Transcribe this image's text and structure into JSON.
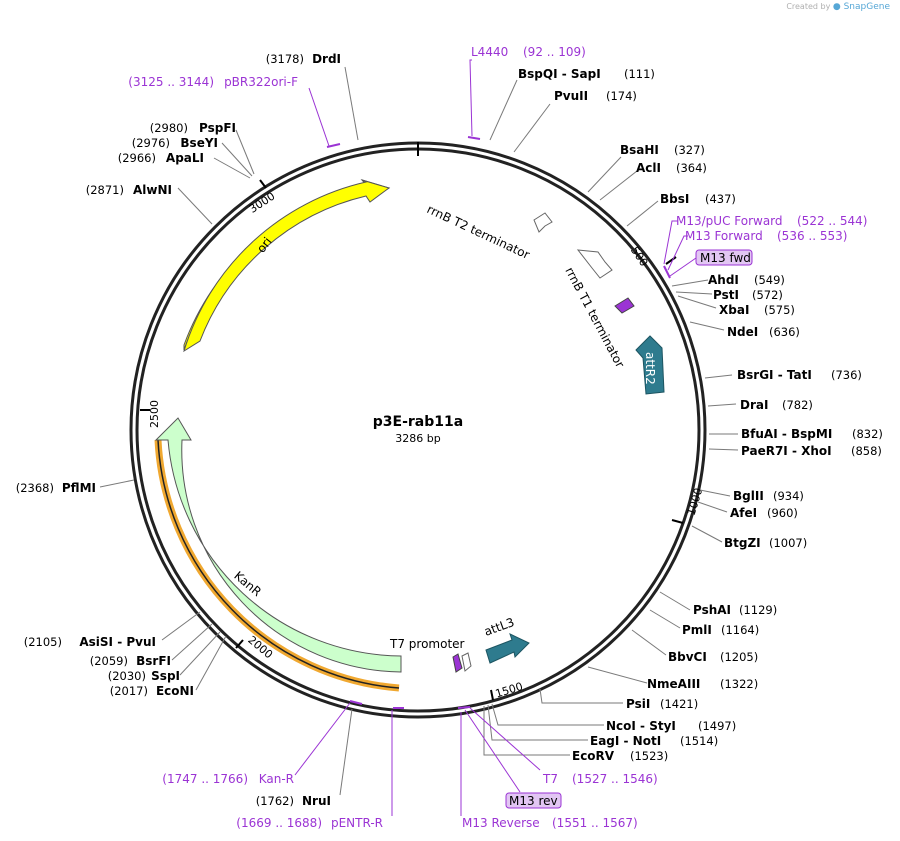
{
  "credit": {
    "prefix": "Created by",
    "brand": "SnapGene"
  },
  "plasmid": {
    "name": "p3E-rab11a",
    "size": "3286 bp"
  },
  "ticks": [
    "500",
    "1000",
    "1500",
    "2000",
    "2500",
    "3000"
  ],
  "enzymes": [
    {
      "name": "DrdI",
      "pos": "(3178)"
    },
    {
      "name": "BspQI  -  SapI",
      "pos": "(111)"
    },
    {
      "name": "PvuII",
      "pos": "(174)"
    },
    {
      "name": "BsaHI",
      "pos": "(327)"
    },
    {
      "name": "AclI",
      "pos": "(364)"
    },
    {
      "name": "BbsI",
      "pos": "(437)"
    },
    {
      "name": "AhdI",
      "pos": "(549)"
    },
    {
      "name": "PstI",
      "pos": "(572)"
    },
    {
      "name": "XbaI",
      "pos": "(575)"
    },
    {
      "name": "NdeI",
      "pos": "(636)"
    },
    {
      "name": "BsrGI  -  TatI",
      "pos": "(736)"
    },
    {
      "name": "DraI",
      "pos": "(782)"
    },
    {
      "name": "BfuAI  -  BspMI",
      "pos": "(832)"
    },
    {
      "name": "PaeR7I  -  XhoI",
      "pos": "(858)"
    },
    {
      "name": "BglII",
      "pos": "(934)"
    },
    {
      "name": "AfeI",
      "pos": "(960)"
    },
    {
      "name": "BtgZI",
      "pos": "(1007)"
    },
    {
      "name": "PshAI",
      "pos": "(1129)"
    },
    {
      "name": "PmlI",
      "pos": "(1164)"
    },
    {
      "name": "BbvCI",
      "pos": "(1205)"
    },
    {
      "name": "NmeAIII",
      "pos": "(1322)"
    },
    {
      "name": "PsiI",
      "pos": "(1421)"
    },
    {
      "name": "NcoI  -  StyI",
      "pos": "(1497)"
    },
    {
      "name": "EagI  -  NotI",
      "pos": "(1514)"
    },
    {
      "name": "EcoRV",
      "pos": "(1523)"
    },
    {
      "name": "NruI",
      "pos": "(1762)"
    },
    {
      "name": "EcoNI",
      "pos": "(2017)"
    },
    {
      "name": "SspI",
      "pos": "(2030)"
    },
    {
      "name": "BsrFI",
      "pos": "(2059)"
    },
    {
      "name": "AsiSI  -  PvuI",
      "pos": "(2105)"
    },
    {
      "name": "PflMI",
      "pos": "(2368)"
    },
    {
      "name": "AlwNI",
      "pos": "(2871)"
    },
    {
      "name": "ApaLI",
      "pos": "(2966)"
    },
    {
      "name": "BseYI",
      "pos": "(2976)"
    },
    {
      "name": "PspFI",
      "pos": "(2980)"
    }
  ],
  "primers": [
    {
      "name": "L4440",
      "range": "(92 .. 109)"
    },
    {
      "name": "pBR322ori-F",
      "range": "(3125 .. 3144)"
    },
    {
      "name": "M13/pUC Forward",
      "range": "(522 .. 544)"
    },
    {
      "name": "M13 Forward",
      "range": "(536 .. 553)"
    },
    {
      "name": "T7",
      "range": "(1527 .. 1546)"
    },
    {
      "name": "M13 Reverse",
      "range": "(1551 .. 1567)"
    },
    {
      "name": "pENTR-R",
      "range": "(1669 .. 1688)"
    },
    {
      "name": "Kan-R",
      "range": "(1747 .. 1766)"
    }
  ],
  "boxed_labels": [
    "M13 fwd",
    "M13 rev"
  ],
  "features": {
    "ori": "ori",
    "kanr": "KanR",
    "rrnb_t2": "rrnB T2 terminator",
    "rrnb_t1": "rrnB T1 terminator",
    "attr2": "attR2",
    "attl3": "attL3",
    "t7_promoter": "T7 promoter"
  },
  "colors": {
    "ori": "#ffff00",
    "kanr": "#ccffcc",
    "kanr_highlight": "#f0a830",
    "attr": "#2e7b8e",
    "primer": "#9b34d4",
    "primer_box": "#e2c6f3",
    "terminator": "#ffffff"
  }
}
